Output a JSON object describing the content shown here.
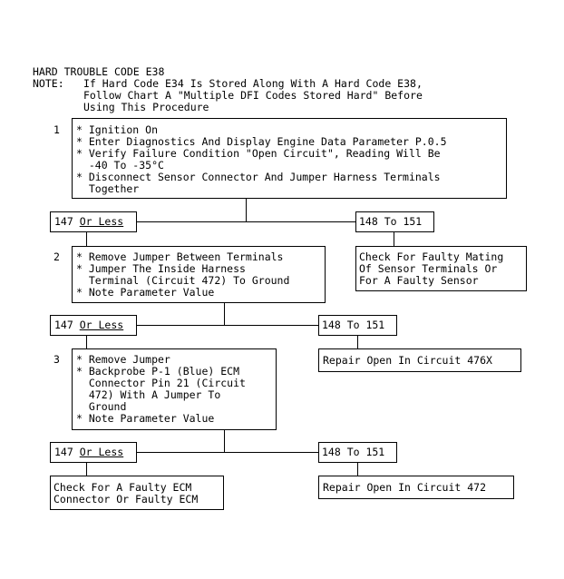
{
  "header": {
    "title": "HARD TROUBLE CODE E38",
    "note_label": "NOTE:",
    "note_lines": [
      "If Hard Code E34 Is Stored Along With A Hard Code E38,",
      "Follow Chart A \"Multiple DFI Codes Stored Hard\" Before",
      "Using This Procedure"
    ]
  },
  "steps": [
    {
      "number": "1",
      "lines": [
        "* Ignition On",
        "* Enter Diagnostics And Display Engine Data Parameter P.0.5",
        "* Verify Failure Condition \"Open Circuit\", Reading Will Be",
        "  -40 To -35°C",
        "* Disconnect Sensor Connector And Jumper Harness Terminals",
        "  Together"
      ]
    },
    {
      "number": "2",
      "lines": [
        "* Remove Jumper Between Terminals",
        "* Jumper The Inside Harness",
        "  Terminal (Circuit 472) To Ground",
        "* Note Parameter Value"
      ]
    },
    {
      "number": "3",
      "lines": [
        "* Remove Jumper",
        "* Backprobe P-1 (Blue) ECM",
        "  Connector Pin 21 (Circuit",
        "  472) With A Jumper To",
        "  Ground",
        "* Note Parameter Value"
      ]
    }
  ],
  "branches": [
    {
      "left_num": "147",
      "left_under": "Or Less",
      "right": "148 To 151"
    },
    {
      "left_num": "147",
      "left_under": "Or Less",
      "right": "148 To 151"
    },
    {
      "left_num": "147",
      "left_under": "Or Less",
      "right": "148 To 151"
    }
  ],
  "results": {
    "r1_right": [
      "Check For Faulty Mating",
      "Of Sensor Terminals Or",
      "For A Faulty Sensor"
    ],
    "r2_right": [
      "Repair Open In Circuit 476X"
    ],
    "r3_left": [
      "Check For A Faulty ECM",
      "Connector Or Faulty ECM"
    ],
    "r3_right": [
      "Repair Open In Circuit 472"
    ]
  }
}
